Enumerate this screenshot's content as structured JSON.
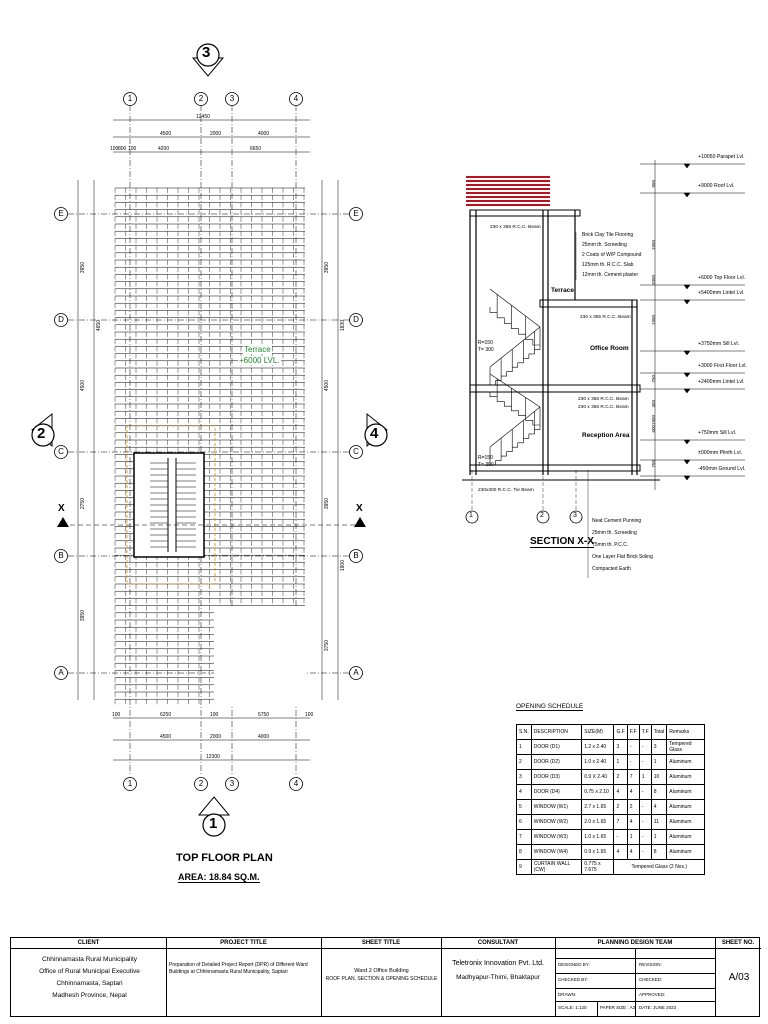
{
  "plan": {
    "title": "TOP FLOOR PLAN",
    "area": "AREA: 18.84 SQ.M.",
    "terrace_label": "Terrace",
    "terrace_level": "+6000 LVL.",
    "grid_letters": [
      "E",
      "D",
      "C",
      "B",
      "A"
    ],
    "grid_numbers": [
      "1",
      "2",
      "3",
      "4"
    ],
    "elevation_markers": [
      "3",
      "2",
      "4",
      "1"
    ],
    "section_marker": "X",
    "top_dims": [
      "12450",
      "4500",
      "2000",
      "4000",
      "4200",
      "6650",
      "100",
      "800",
      "100"
    ],
    "bottom_dims": [
      "100",
      "6250",
      "100",
      "5750",
      "100",
      "4500",
      "2000",
      "4000",
      "12300"
    ],
    "left_dims": [
      "3950",
      "4500",
      "2750",
      "3950",
      "4650"
    ],
    "right_dims": [
      "3950",
      "4500",
      "3950",
      "3750",
      "1830",
      "1900"
    ]
  },
  "section": {
    "title": "SECTION  X-X",
    "levels": [
      "+10050 Parapet Lvl.",
      "+9000 Roof Lvl.",
      "+6000 Top Floor Lvl.",
      "+5400mm Lintel Lvl.",
      "+3750mm Sill Lvl.",
      "+3000 First Floor Lvl.",
      "+2400mm Lintel Lvl.",
      "+750mm Sill Lvl.",
      "±000mm Plinth Lvl.",
      "-450mm Ground Lvl."
    ],
    "rooms": [
      "Terrace",
      "Office Room",
      "Reception Area"
    ],
    "beam_labels": [
      "230 x 355 R.C.C. Beam",
      "230 x 355 R.C.C. Beam",
      "230 x 355 R.C.C. Beam",
      "230 x 355 R.C.C. Beam",
      "230x300 R.C.C. Tie Beam"
    ],
    "roof_notes": [
      "Brick Clay Tile Flooring",
      "25mm th. Screeding",
      "2 Coats of W/P Compound",
      "125mm th. R.C.C. Slab",
      "12mm th. Cement plaster"
    ],
    "floor_notes": [
      "Neat Cement Punning",
      "25mm th. Screeding",
      "75mm th. P.C.C.",
      "One Layer Flat Brick Soling",
      "Compacted Earth"
    ],
    "stair_notes": [
      "R=150",
      "T= 300",
      "R=150",
      "T= 300"
    ],
    "vertical_dims": [
      "950",
      "1950",
      "1950",
      "1050",
      "750",
      "450",
      "600",
      "1950",
      "750"
    ],
    "grid": [
      "1",
      "2",
      "3"
    ]
  },
  "schedule": {
    "title": "OPENING SCHEDULE",
    "headers": [
      "S.N.",
      "DESCRIPTION",
      "SIZE(M)",
      "G.F",
      "F.F",
      "T.F",
      "Total",
      "Remarks"
    ],
    "rows": [
      [
        "1",
        "DOOR (D1)",
        "1.2 x 2.40",
        "3",
        "-",
        "-",
        "3",
        "Tempered Glass"
      ],
      [
        "2",
        "DOOR (D2)",
        "1.0 x 2.40",
        "1",
        "-",
        "-",
        "1",
        "Aluminum"
      ],
      [
        "3",
        "DOOR (D3)",
        "0.9 X 2.40",
        "2",
        "7",
        "1",
        "10",
        "Aluminum"
      ],
      [
        "4",
        "DOOR (D4)",
        "0.75 x 2.10",
        "4",
        "4",
        "-",
        "8",
        "Aluminum"
      ],
      [
        "5",
        "WINDOW (W1)",
        "2.7 x 1.65",
        "2",
        "2",
        "-",
        "4",
        "Aluminum"
      ],
      [
        "6",
        "WINDOW (W2)",
        "2.0 x 1.65",
        "7",
        "4",
        "-",
        "11",
        "Aluminum"
      ],
      [
        "7",
        "WINDOW (W3)",
        "1.0 x 1.65",
        "-",
        "1",
        "-",
        "1",
        "Aluminum"
      ],
      [
        "8",
        "WINDOW (W4)",
        "0.9 x 1.65",
        "4",
        "4",
        "-",
        "8",
        "Aluminum"
      ]
    ],
    "last_row": [
      "9",
      "CURTAIN WALL (CW)",
      "0.775 x 7.675",
      "Tempered Glass (2 Nos.)"
    ]
  },
  "titleblock": {
    "client_hdr": "CLIENT",
    "client": [
      "Chhinnamasta Rural Municipality",
      "Office of Rural Municipal Executive",
      "Chhinnamasta, Saptari",
      "Madhesh Province, Nepal"
    ],
    "project_hdr": "PROJECT TITLE",
    "project": "Preparation of Detailed Project Report (DPR) of Different Ward Buildings at Chhinnamasta Rural Municipality, Saptari",
    "sheet_hdr": "SHEET TITLE",
    "sheet_title_1": "Ward 2 Office Building",
    "sheet_title_2": "ROOF PLAN, SECTION & OPENING SCHEDULE",
    "consultant_hdr": "CONSULTANT",
    "consultant_1": "Teletronix Innovation Pvt. Ltd.",
    "consultant_2": "Madhyapur-Thimi, Bhaktapur",
    "team_hdr": "PLANNING DESIGN TEAM",
    "designed_by": "DESIGNED BY:",
    "checked_by": "CHECKED BY:",
    "drawn": "DRAWN:",
    "scale": "SCALE: 1:120",
    "paper_size": "PAPER SIZE : A3",
    "revision": "REVISION:",
    "checked": "CHECKED:",
    "approved": "APPROVED:",
    "date": "DATE: JUNE 2023",
    "sheet_no_hdr": "SHEET NO.",
    "sheet_no": "A/03"
  },
  "colors": {
    "roof": "#b8121d",
    "terrace_text": "#1a8a2a",
    "stair_outline": "#e08a00"
  }
}
